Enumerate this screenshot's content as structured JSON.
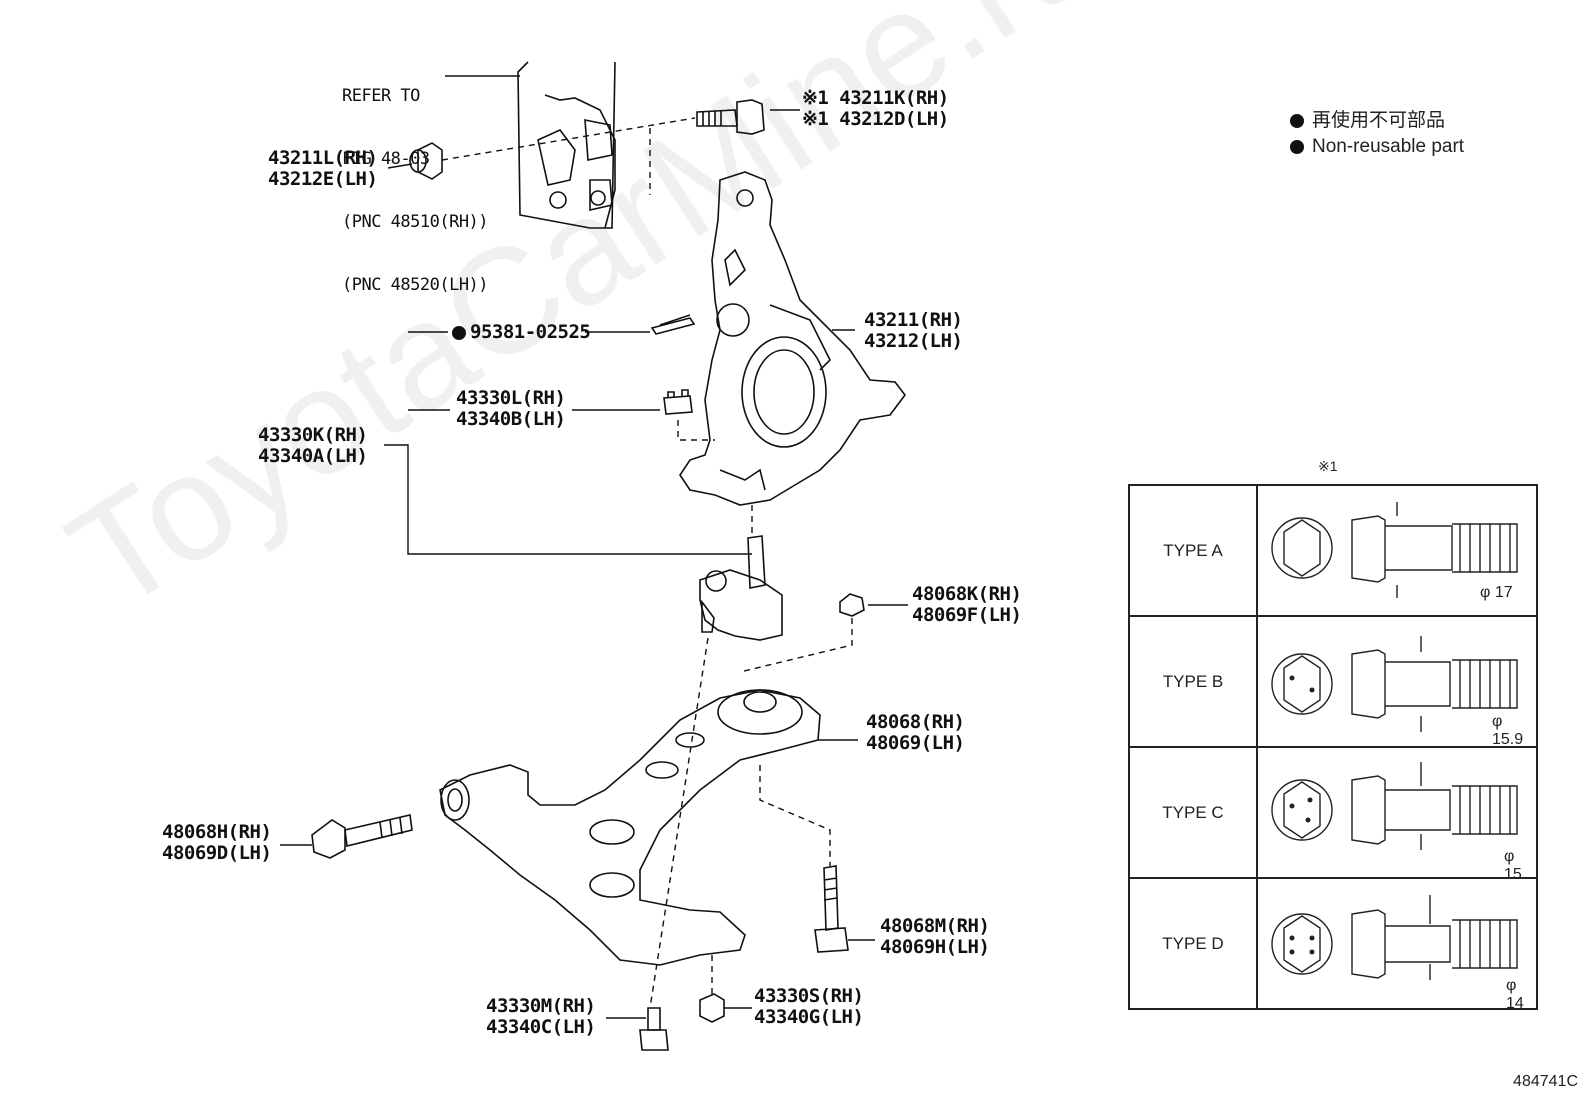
{
  "watermark": "ToyotaCarMine.ru",
  "legend": {
    "ja": "再使用不可部品",
    "en": "Non-reusable part"
  },
  "refer": {
    "line1": "REFER TO",
    "line2": "FIG 48-03",
    "line3": "(PNC 48510(RH))",
    "line4": "(PNC 48520(LH))"
  },
  "labels": {
    "bolt_rh": "※1 43211K(RH)",
    "bolt_lh": "※1 43212D(LH)",
    "nut_rh": "43211L(RH)",
    "nut_lh": "43212E(LH)",
    "knuckle_rh": "43211(RH)",
    "knuckle_lh": "43212(LH)",
    "pin": "95381-02525",
    "castle_rh": "43330L(RH)",
    "castle_lh": "43340B(LH)",
    "balljoint_rh": "43330K(RH)",
    "balljoint_lh": "43340A(LH)",
    "armnut_rh": "48068K(RH)",
    "armnut_lh": "48069F(LH)",
    "arm_rh": "48068(RH)",
    "arm_lh": "48069(LH)",
    "armbolt_front_rh": "48068H(RH)",
    "armbolt_front_lh": "48069D(LH)",
    "armbolt_rear_rh": "48068M(RH)",
    "armbolt_rear_lh": "48069H(LH)",
    "bjbolt_rh": "43330M(RH)",
    "bjbolt_lh": "43340C(LH)",
    "bjnut_rh": "43330S(RH)",
    "bjnut_lh": "43340G(LH)"
  },
  "table": {
    "mark": "※1",
    "rows": [
      {
        "name": "TYPE A",
        "dia": "φ 17"
      },
      {
        "name": "TYPE B",
        "dia": "φ 15.9"
      },
      {
        "name": "TYPE C",
        "dia": "φ 15"
      },
      {
        "name": "TYPE D",
        "dia": "φ 14"
      }
    ]
  },
  "figure_id": "484741C"
}
